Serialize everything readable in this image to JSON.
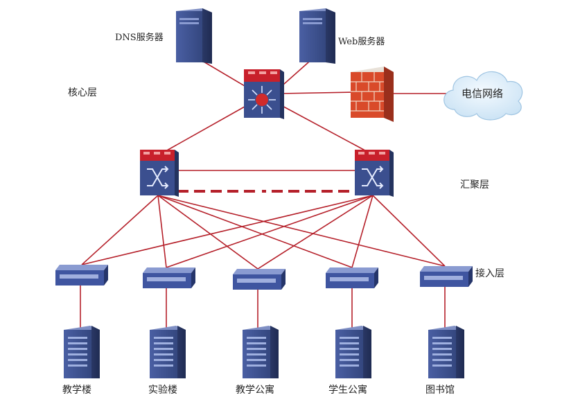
{
  "servers": {
    "dns": "DNS服务器",
    "web": "Web服务器"
  },
  "layers": {
    "core": "核心层",
    "aggregation": "汇聚层",
    "access": "接入层"
  },
  "internet": "电信网络",
  "buildings": [
    "教学楼",
    "实验楼",
    "教学公寓",
    "学生公寓",
    "图书馆"
  ],
  "colors": {
    "link": "#b5202a",
    "device_blue": "#3b4f8f",
    "device_red": "#c8202b",
    "firewall": "#d94a2a",
    "cloud": "#d9ecf8"
  }
}
